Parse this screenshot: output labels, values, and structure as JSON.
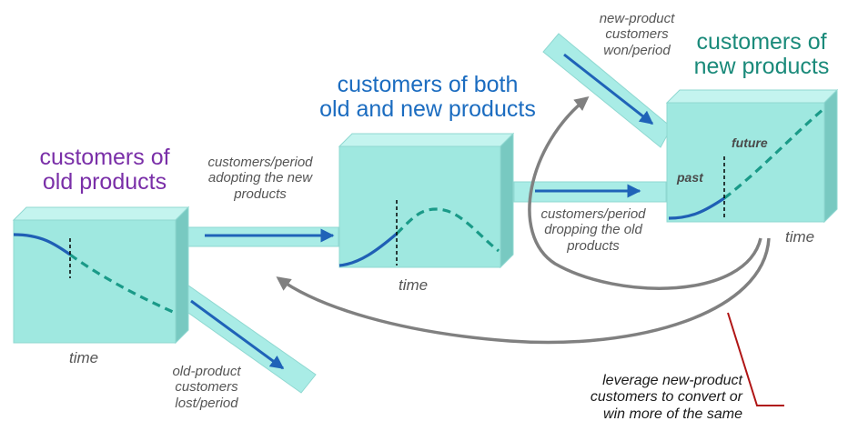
{
  "colors": {
    "box_front": "#9fe8e0",
    "box_top": "#c4f4ef",
    "box_side": "#78c9c1",
    "pipe": "#a9ece6",
    "flow_arrow": "#1f63b8",
    "curve_solid": "#1f5fb5",
    "curve_dashed": "#1a9a88",
    "title_old": "#7a2fa8",
    "title_both": "#1b6cc0",
    "title_new": "#1a8a7a",
    "loop_arrow": "#808080",
    "callout_line": "#b01515"
  },
  "stocks": {
    "old": {
      "title": "customers of\nold products",
      "axis": "time"
    },
    "both": {
      "title": "customers of both\nold and new products",
      "axis": "time"
    },
    "new": {
      "title": "customers of\nnew products",
      "axis": "time",
      "past": "past",
      "future": "future"
    }
  },
  "flows": {
    "adopting": "customers/period\nadopting the new\nproducts",
    "dropping": "customers/period\ndropping the old\nproducts",
    "won": "new-product\ncustomers\nwon/period",
    "lost": "old-product\ncustomers\nlost/period"
  },
  "callout": "leverage new-product\ncustomers to convert or\nwin more of the same"
}
